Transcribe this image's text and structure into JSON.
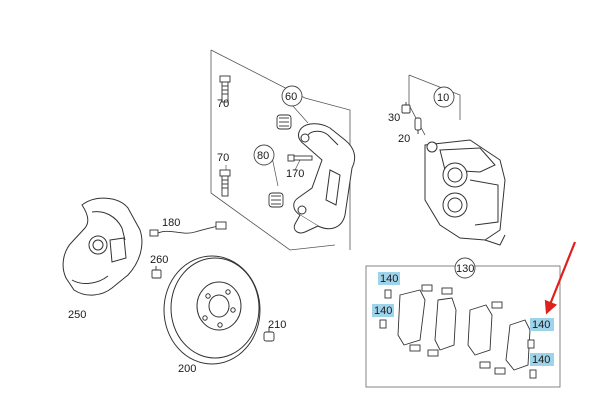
{
  "diagram": {
    "parts": {
      "p10": "10",
      "p20": "20",
      "p30": "30",
      "p60": "60",
      "p70a": "70",
      "p70b": "70",
      "p80": "80",
      "p170": "170",
      "p180": "180",
      "p200": "200",
      "p210": "210",
      "p250": "250",
      "p260": "260",
      "p130": "130",
      "p140a": "140",
      "p140b": "140",
      "p140c": "140",
      "p140d": "140"
    },
    "colors": {
      "line": "#3a3a3a",
      "highlight": "#9fd3ea",
      "arrow": "#e0201c"
    }
  }
}
